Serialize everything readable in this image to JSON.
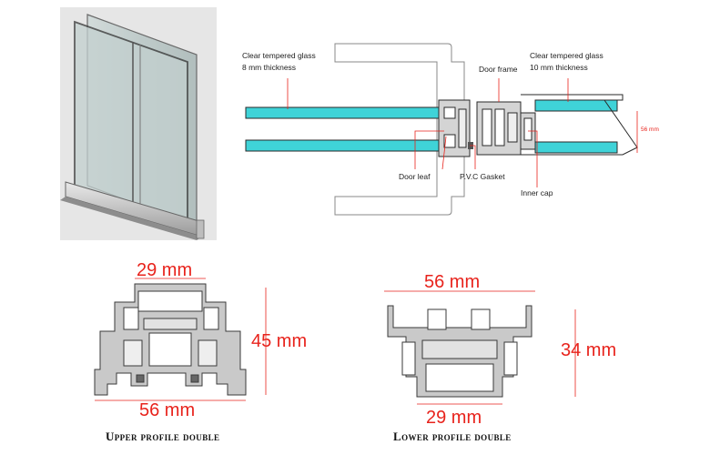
{
  "callouts": {
    "glass_left_title": "Clear tempered glass",
    "glass_left_thickness": "8 mm thickness",
    "door_frame": "Door frame",
    "glass_right_title": "Clear tempered glass",
    "glass_right_thickness": "10 mm thickness",
    "door_leaf": "Door leaf",
    "pvc_gasket": "P.V.C Gasket",
    "inner_cap": "Inner cap",
    "side_dim": "56 mm"
  },
  "upper_profile": {
    "top_width": "29 mm",
    "height": "45 mm",
    "bottom_width": "56 mm",
    "caption": "Upper profile double"
  },
  "lower_profile": {
    "top_width": "56 mm",
    "height": "34 mm",
    "bottom_width": "29 mm",
    "caption": "Lower profile double"
  },
  "colors": {
    "glass": "#3fd3d8",
    "dimension_text": "#e8231c",
    "leader_line": "#e8231c",
    "profile_fill": "#c9c9c9",
    "profile_stroke": "#3a3a3a"
  }
}
